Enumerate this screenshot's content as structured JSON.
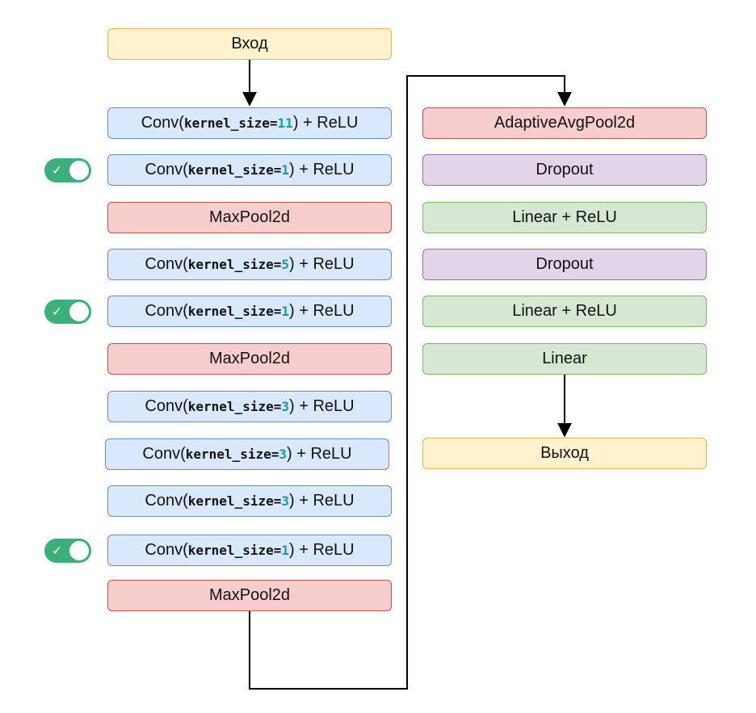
{
  "input_label": "Вход",
  "output_label": "Выход",
  "conv_prefix": "Conv(",
  "conv_param": "kernel_size=",
  "conv_suffix": ") + ReLU",
  "left_column": [
    {
      "kind": "conv",
      "kernel": "11"
    },
    {
      "kind": "conv",
      "kernel": "1",
      "toggle": true
    },
    {
      "kind": "maxpool",
      "label": "MaxPool2d"
    },
    {
      "kind": "conv",
      "kernel": "5"
    },
    {
      "kind": "conv",
      "kernel": "1",
      "toggle": true
    },
    {
      "kind": "maxpool",
      "label": "MaxPool2d"
    },
    {
      "kind": "conv",
      "kernel": "3"
    },
    {
      "kind": "conv",
      "kernel": "3"
    },
    {
      "kind": "conv",
      "kernel": "3"
    },
    {
      "kind": "conv",
      "kernel": "1",
      "toggle": true
    },
    {
      "kind": "maxpool",
      "label": "MaxPool2d"
    }
  ],
  "right_column": [
    {
      "label": "AdaptiveAvgPool2d",
      "color": "red"
    },
    {
      "label": "Dropout",
      "color": "purple"
    },
    {
      "label": "Linear + ReLU",
      "color": "green"
    },
    {
      "label": "Dropout",
      "color": "purple"
    },
    {
      "label": "Linear + ReLU",
      "color": "green"
    },
    {
      "label": "Linear",
      "color": "green"
    }
  ],
  "colors": {
    "io": "#fff2cc",
    "conv": "#dae8fc",
    "pool": "#f8cecc",
    "dropout": "#e1d5e7",
    "linear": "#d5e8d4",
    "toggle_on": "#3bb07a"
  },
  "toggle_icon": "check-icon"
}
